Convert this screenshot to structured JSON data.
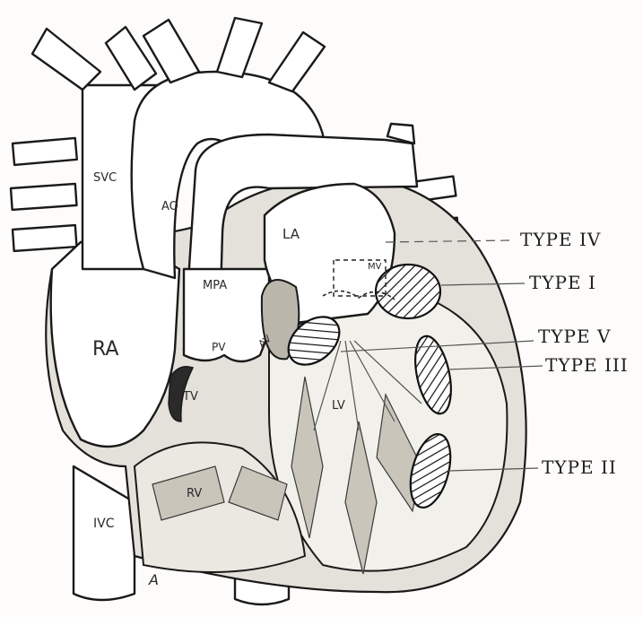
{
  "anatomy_labels": {
    "svc": "SVC",
    "ao": "AO",
    "la": "LA",
    "mpa": "MPA",
    "ra": "RA",
    "pv": "PV",
    "av": "AV",
    "tv": "TV",
    "mv": "MV",
    "lv": "LV",
    "rv": "RV",
    "ivc": "IVC"
  },
  "type_labels": {
    "type_iv": "TYPE IV",
    "type_i": "TYPE I",
    "type_v": "TYPE V",
    "type_iii": "TYPE III",
    "type_ii": "TYPE II"
  },
  "signature": "A",
  "colors": {
    "outline": "#1a1a1a",
    "shading": "#c9c5bb",
    "hatch": "#111111"
  }
}
